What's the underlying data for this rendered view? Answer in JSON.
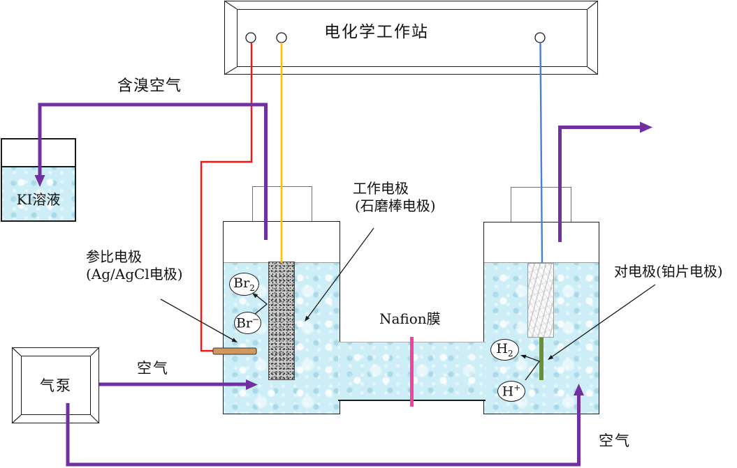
{
  "diagram": {
    "workstation": {
      "title": "电化学工作站"
    },
    "flow_labels": {
      "bromine_air": "含溴空气",
      "air_left": "空气",
      "air_right": "空气"
    },
    "ki_beaker_label": "KI溶液",
    "pump_label": "气泵",
    "membrane_label": "Nafion膜",
    "left_cell": {
      "working_electrode_label_1": "工作电极",
      "working_electrode_label_2": "(石磨棒电极)",
      "reference_electrode_label_1": "参比电极",
      "reference_electrode_label_2": "(Ag/AgCl电极)",
      "species": [
        {
          "base": "Br",
          "sub": "2"
        },
        {
          "base": "Br",
          "sup": "−"
        }
      ]
    },
    "right_cell": {
      "counter_electrode_label": "对电极(铂片电极)",
      "species": [
        {
          "base": "H",
          "sub": "2"
        },
        {
          "base": "H",
          "sup": "+"
        }
      ]
    }
  },
  "colors": {
    "wire_red": "#ff1111",
    "wire_yellow": "#ffc000",
    "wire_blue": "#4a7fd4",
    "tube_purple": "#7030a0",
    "membrane_pink": "#f2449c",
    "electrode_green": "#6a8f3c",
    "reference_rod": "#d0985f",
    "liquid_blue": "#cdeef6"
  }
}
